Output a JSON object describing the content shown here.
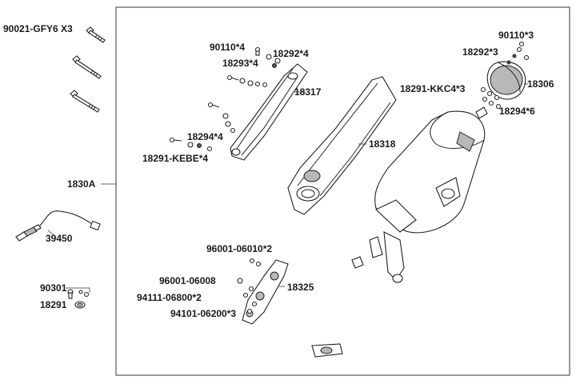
{
  "labels": {
    "bolt_90021": "90021-GFY6 X3",
    "assy_1830A": "1830A",
    "sensor_39450": "39450",
    "bolt_90301": "90301",
    "washer_18291": "18291",
    "screw_90110_4": "90110*4",
    "gasket_18292_4": "18292*4",
    "part_18293_4": "18293*4",
    "cover_18317": "18317",
    "washer_18294_4": "18294*4",
    "nut_18291_kebe4": "18291-KEBE*4",
    "protector_18318": "18318",
    "screw_90110_3": "90110*3",
    "gasket_18292_3": "18292*3",
    "cap_18306": "18306",
    "nut_18291_kkc4_3": "18291-KKC4*3",
    "washer_18294_6": "18294*6",
    "bolt_96001_06010_2": "96001-06010*2",
    "bolt_96001_06008": "96001-06008",
    "shield_18325": "18325",
    "washer_94111_06800_2": "94111-06800*2",
    "washer_94101_06200_3": "94101-06200*3"
  },
  "icons": {
    "bolts": "hex-bolt-icon",
    "sensor": "oxygen-sensor-icon",
    "muffler": "muffler-icon",
    "exhaust_pipe": "exhaust-pipe-icon"
  }
}
